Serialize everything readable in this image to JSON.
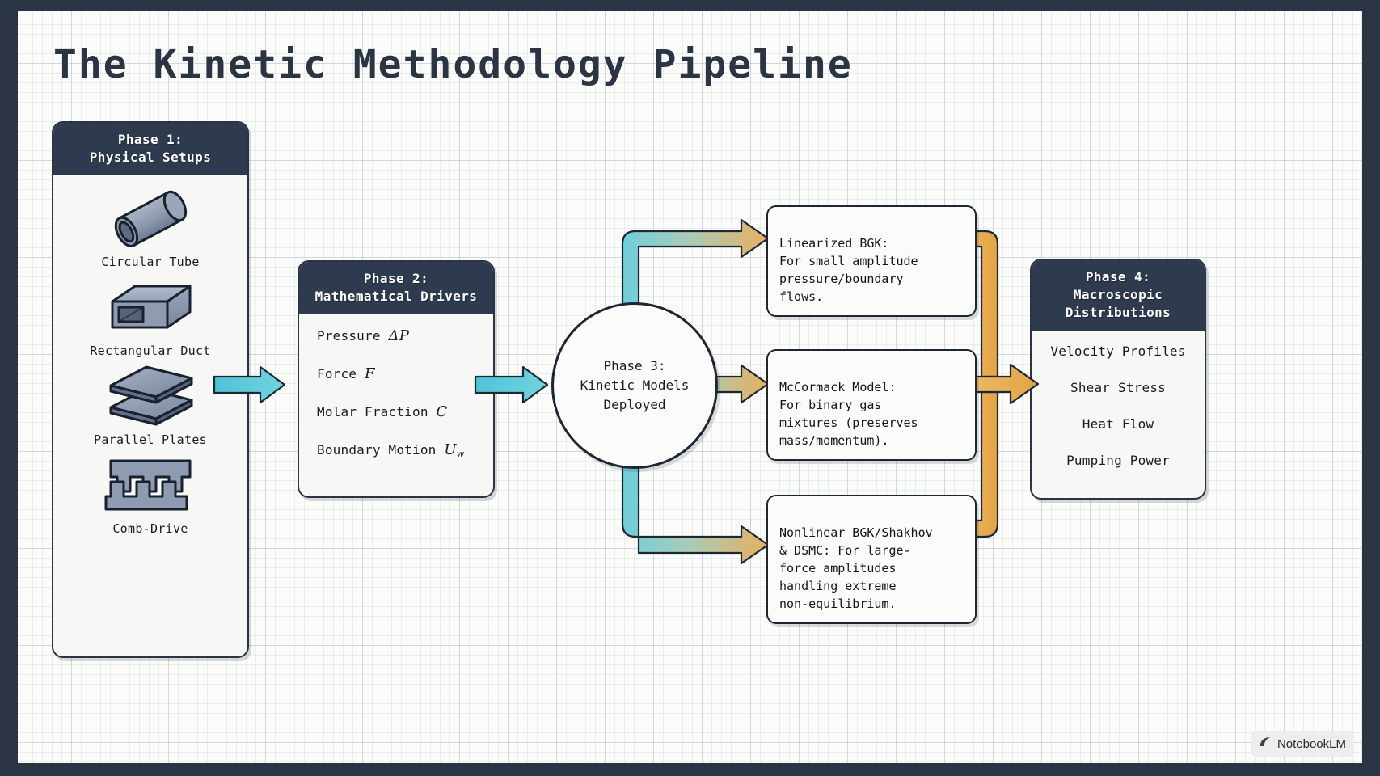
{
  "title": "The Kinetic Methodology Pipeline",
  "colors": {
    "frame": "#2b3443",
    "paper": "#fbfbf9",
    "header_navy": "#2e3a4e",
    "ink": "#1b1b1b",
    "arrow_teal": "#5bc8d8",
    "arrow_orange": "#e6a94a",
    "grid_line": "#96a5b9"
  },
  "phase1": {
    "header": "Phase 1:\nPhysical Setups",
    "items": [
      {
        "icon": "cylinder-tube-icon",
        "label": "Circular Tube"
      },
      {
        "icon": "rectangular-duct-icon",
        "label": "Rectangular Duct"
      },
      {
        "icon": "parallel-plates-icon",
        "label": "Parallel Plates"
      },
      {
        "icon": "comb-drive-icon",
        "label": "Comb-Drive"
      }
    ]
  },
  "phase2": {
    "header": "Phase 2:\nMathematical Drivers",
    "drivers": [
      {
        "text": "Pressure ",
        "symbol": "ΔP",
        "sub": ""
      },
      {
        "text": "Force ",
        "symbol": "F",
        "sub": ""
      },
      {
        "text": "Molar Fraction ",
        "symbol": "C",
        "sub": ""
      },
      {
        "text": "Boundary Motion ",
        "symbol": "U",
        "sub": "w"
      }
    ]
  },
  "phase3": {
    "label": "Phase 3:\nKinetic Models\nDeployed"
  },
  "models": [
    {
      "name": "linearized-bgk",
      "text": "Linearized BGK:\nFor small amplitude\npressure/boundary\nflows."
    },
    {
      "name": "mccormack-model",
      "text": "McCormack Model:\nFor binary gas\nmixtures (preserves\nmass/momentum)."
    },
    {
      "name": "nonlinear-bgk-dsmc",
      "text": "Nonlinear BGK/Shakhov\n& DSMC: For large-\nforce amplitudes\nhandling extreme\nnon-equilibrium."
    }
  ],
  "phase4": {
    "header": "Phase 4:\nMacroscopic\nDistributions",
    "outputs": [
      "Velocity Profiles",
      "Shear Stress",
      "Heat Flow",
      "Pumping Power"
    ]
  },
  "watermark": {
    "label": "NotebookLM",
    "icon": "notebooklm-logo-icon"
  }
}
